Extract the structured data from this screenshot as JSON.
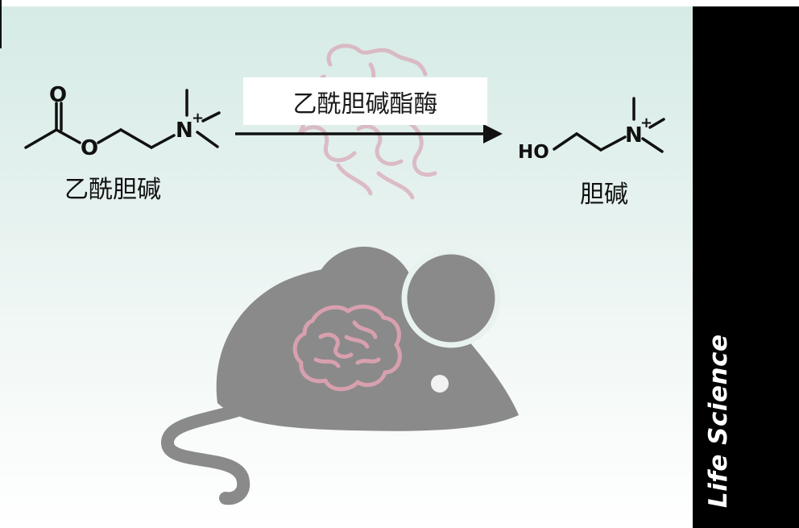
{
  "reaction": {
    "enzyme": "乙酰胆碱酯酶",
    "substrate": "乙酰胆碱",
    "product": "胆碱"
  },
  "atoms": {
    "oxygen": "O",
    "nitrogen": "N",
    "charge": "+",
    "hydroxyl": "HO"
  },
  "sidebar": {
    "label": "Life Science"
  },
  "colors": {
    "sidebar": "#000000",
    "mouse": "#8a8a8a",
    "brain": "#d8a0ae",
    "protein": "#d9aab8",
    "panel_top": "#d6ebe6",
    "panel_bottom": "#ffffff"
  }
}
